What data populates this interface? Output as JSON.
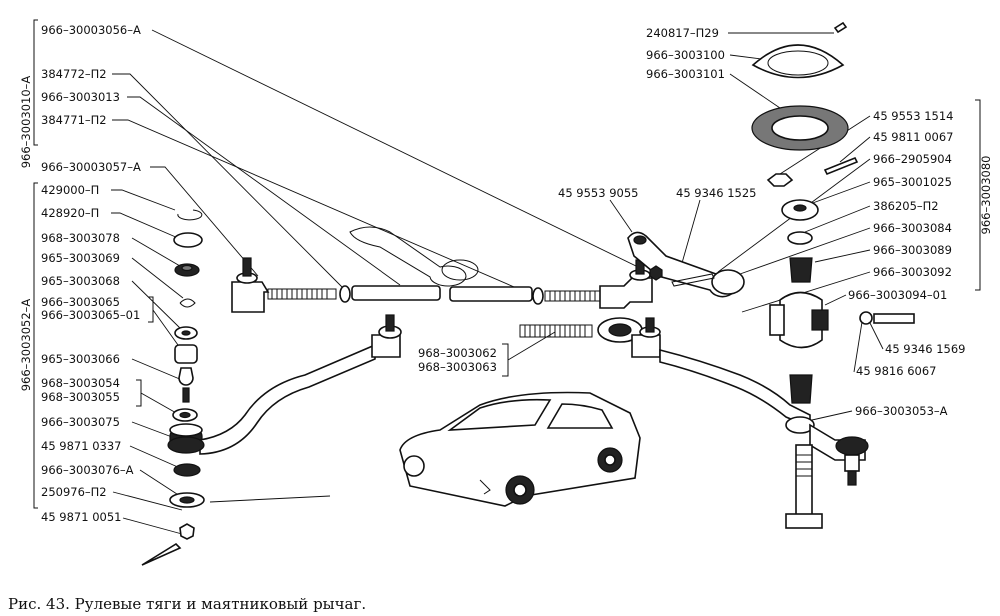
{
  "caption": "Рис. 43. Рулевые тяги и маятниковый рычаг.",
  "group_labels": {
    "top_left": "966–3003010–А",
    "left": "966–3003052–А",
    "right": "966–3003080"
  },
  "labels_left": [
    "966–30003056–А",
    "384772–П2",
    "966–3003013",
    "384771–П2",
    "966–30003057–А",
    "429000–П",
    "428920–П",
    "968–3003078",
    "965–3003069",
    "965–3003068",
    "966–3003065",
    "966–3003065–01",
    "965–3003066",
    "968–3003054",
    "968–3003055",
    "966–3003075",
    "45 9871 0337",
    "966–3003076–А",
    "250976–П2",
    "45 9871 0051"
  ],
  "labels_right": [
    "240817–П29",
    "966–3003100",
    "966–3003101",
    "45 9553 1514",
    "45 9811 0067",
    "966–2905904",
    "965–3001025",
    "386205–П2",
    "966–3003084",
    "966–3003089",
    "966–3003092",
    "966–3003094–01",
    "45 9346 1569",
    "45 9816 6067",
    "966–3003053–А"
  ],
  "labels_center": [
    "45 9553 9055",
    "45 9346 1525",
    "968–3003062",
    "968–3003063"
  ]
}
